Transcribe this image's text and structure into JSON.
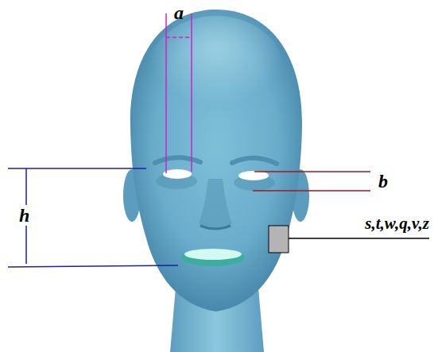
{
  "diagram": {
    "labels": [
      "a",
      "b",
      "h",
      "s,t,w,q,v,z"
    ]
  }
}
